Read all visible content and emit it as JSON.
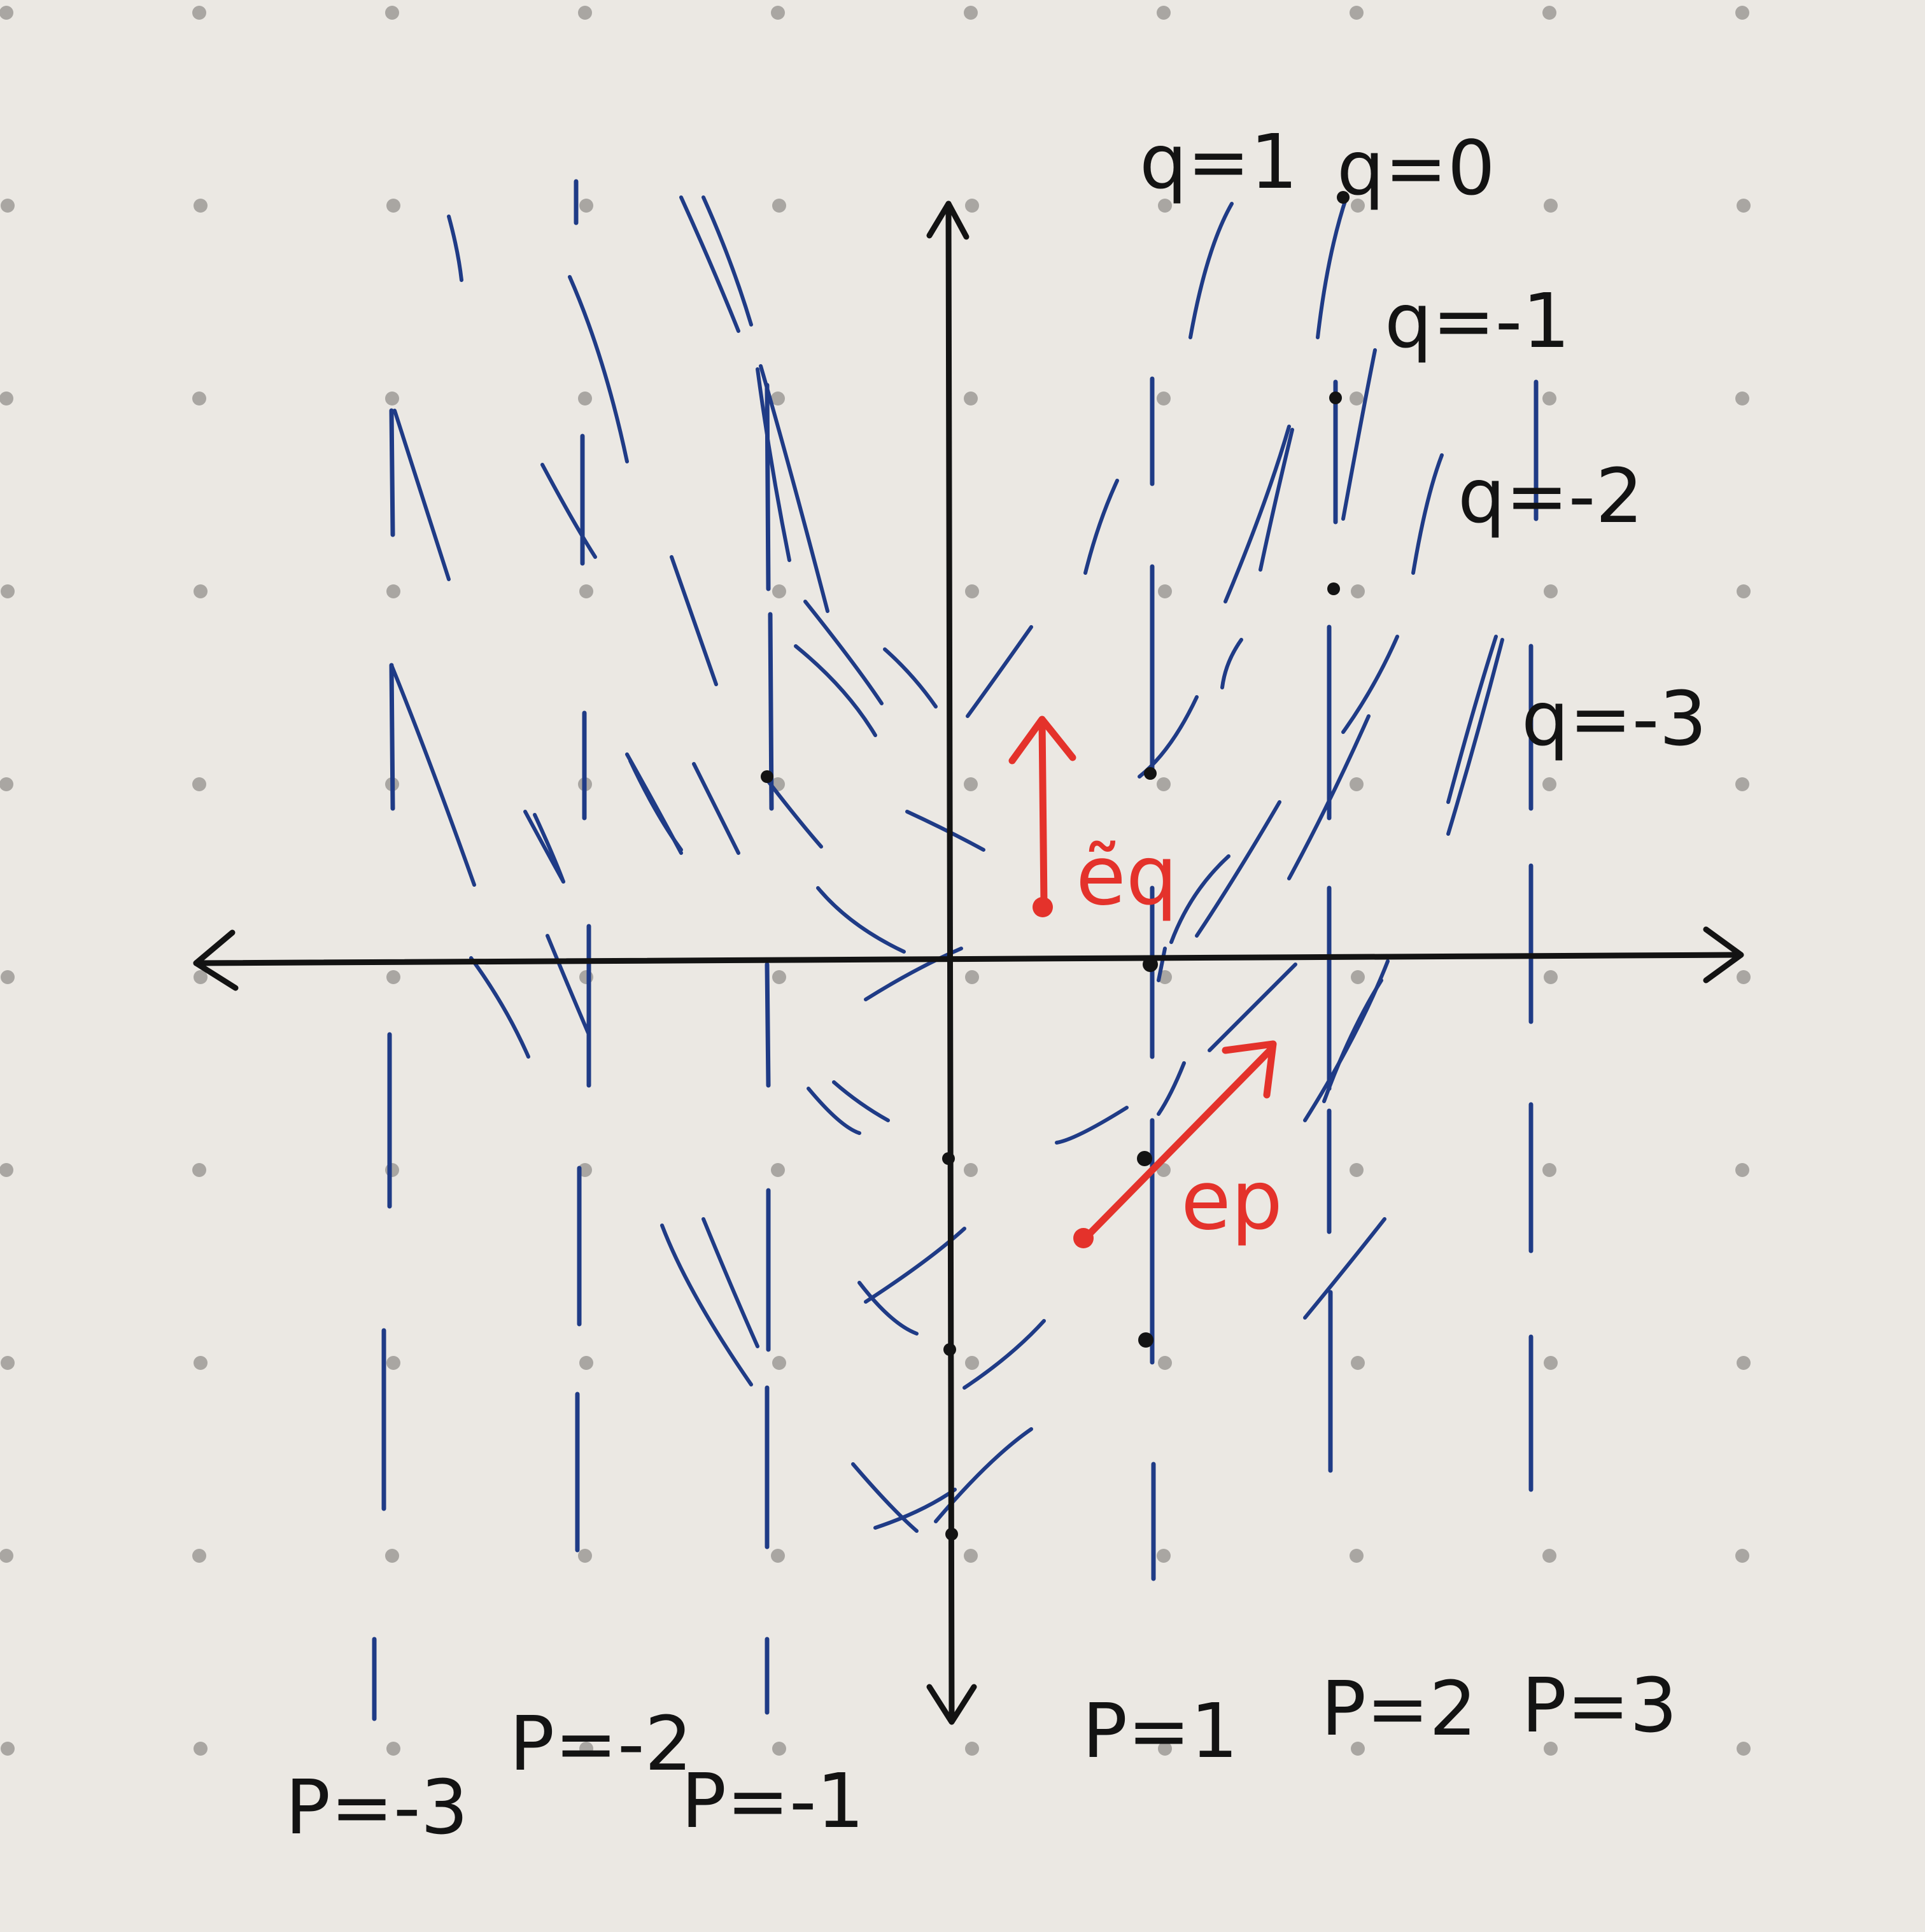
{
  "labels": {
    "q_lines": [
      "q=1",
      "q=0",
      "q=-1",
      "q=-2",
      "q=-3"
    ],
    "p_lines": [
      "P=-3",
      "P=-2",
      "P=-1",
      "P=1",
      "P=2",
      "P=3"
    ]
  },
  "vectors": {
    "e_q": "ẽq",
    "e_p": "ep"
  },
  "colors": {
    "paper": "#ebe8e3",
    "grid_dot": "#a9a6a2",
    "axis_ink": "#131313",
    "line_ink": "#1f3b86",
    "vector_ink": "#e4322b"
  }
}
